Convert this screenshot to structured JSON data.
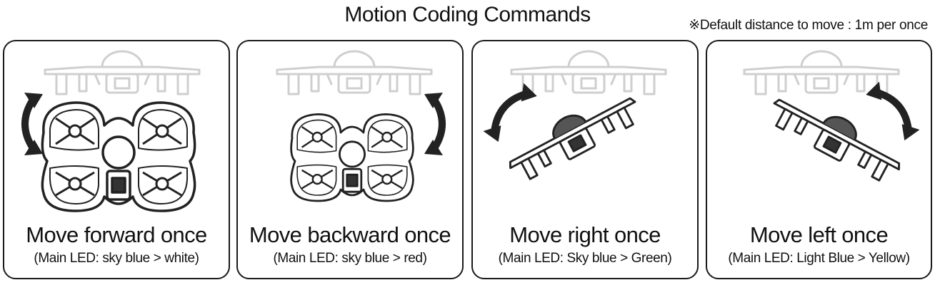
{
  "title": "Motion Coding Commands",
  "note": "※Default distance to move : 1m per once",
  "cards": [
    {
      "caption": "Move forward once",
      "led": "(Main LED: sky blue > white)"
    },
    {
      "caption": "Move backward once",
      "led": "(Main LED: sky blue > red)"
    },
    {
      "caption": "Move right once",
      "led": "(Main LED: Sky blue > Green)"
    },
    {
      "caption": "Move left once",
      "led": "(Main LED: Light Blue > Yellow)"
    }
  ],
  "icons": [
    "drone-ghost",
    "drone",
    "curved-double-arrow-icon"
  ]
}
